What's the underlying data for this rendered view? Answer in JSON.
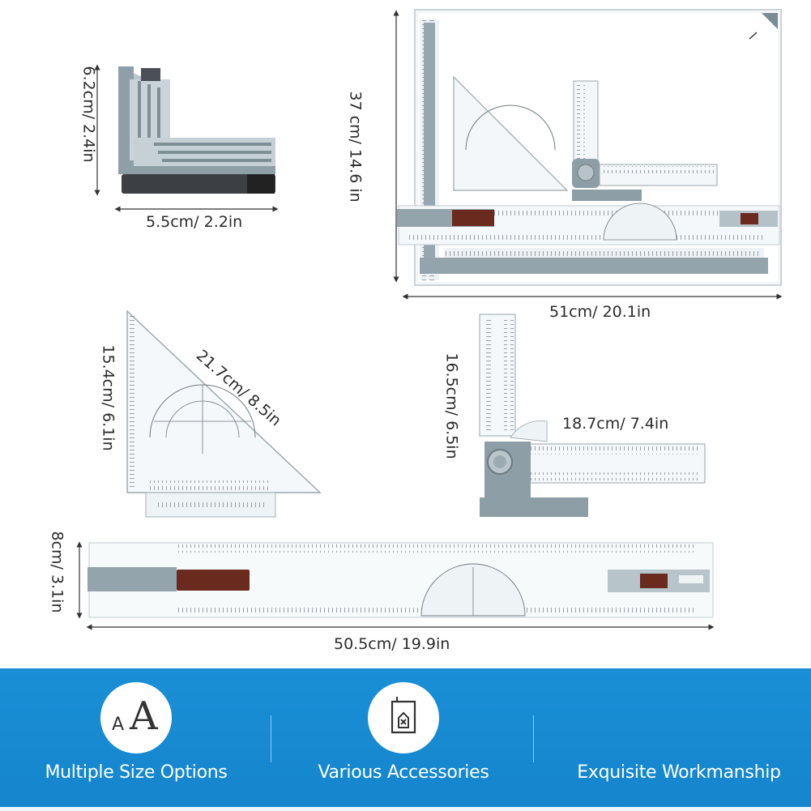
{
  "dimensions": {
    "corner_width": "5.5cm/ 2.2in",
    "corner_height": "6.2cm/ 2.4in",
    "board_width": "51cm/ 20.1in",
    "board_height": "37 cm/ 14.6 in",
    "triangle_height": "15.4cm/ 6.1in",
    "triangle_hypotenuse": "21.7cm/ 8.5in",
    "arm_height": "16.5cm/ 6.5in",
    "arm_width": "18.7cm/ 7.4in",
    "bar_height": "8cm/ 3.1in",
    "bar_width": "50.5cm/ 19.9in"
  },
  "features": [
    {
      "icon": "font-size-icon",
      "label": "Multiple Size Options"
    },
    {
      "icon": "accessories-box-icon",
      "label": "Various Accessories"
    },
    {
      "icon": "",
      "label": "Exquisite Workmanship"
    }
  ],
  "icon_glyphs": {
    "small": "A",
    "large": "A"
  },
  "colors": {
    "banner": "#1a8fd6",
    "frame_gray": "#8e9ea6",
    "brake_brown": "#6a2a1e",
    "ruler_clear": "#f3f7f9"
  }
}
